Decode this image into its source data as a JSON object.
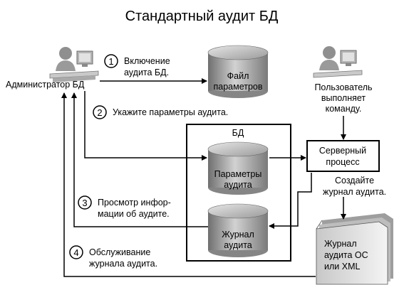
{
  "title": "Стандартный аудит БД",
  "actors": {
    "admin": "Администратор БД",
    "user": [
      "Пользователь",
      "выполняет",
      "команду."
    ]
  },
  "cylinders": {
    "param_file": [
      "Файл",
      "параметров"
    ],
    "audit_params": [
      "Параметры",
      "аудита"
    ],
    "audit_log": [
      "Журнал",
      "аудита"
    ]
  },
  "db_box_label": "БД",
  "server_process": [
    "Серверный",
    "процесс"
  ],
  "os_log": [
    "Журнал",
    "аудита ОС",
    "или XML"
  ],
  "create_log": [
    "Создайте",
    "журнал аудита."
  ],
  "steps": [
    {
      "num": "1",
      "lines": [
        "Включение",
        "аудита БД."
      ]
    },
    {
      "num": "2",
      "lines": [
        "Укажите параметры аудита."
      ]
    },
    {
      "num": "3",
      "lines": [
        "Просмотр инфор-",
        "мации об аудите."
      ]
    },
    {
      "num": "4",
      "lines": [
        "Обслуживание",
        "журнала аудита."
      ]
    }
  ],
  "colors": {
    "cylinder_dark": "#7d7d7d",
    "cylinder_light": "#c4c4c4",
    "line": "#000000"
  }
}
